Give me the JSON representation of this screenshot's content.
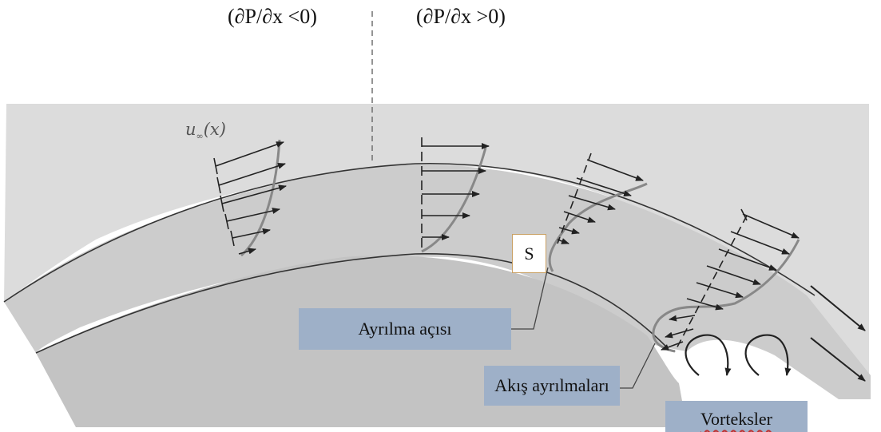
{
  "header": {
    "left_label": "(∂P/∂x <0)",
    "right_label": "(∂P/∂x >0)"
  },
  "free_stream_label": "u",
  "free_stream_subscript": "∞",
  "free_stream_arg": "(x)",
  "separation_point_label": "S",
  "labels": {
    "separation_angle": "Ayrılma açısı",
    "flow_separation": "Akış ayrılmaları",
    "vortices": "Vorteksler"
  },
  "colors": {
    "background": "#ffffff",
    "outer_flow": "#dcdcdc",
    "boundary_layer": "#cccccc",
    "body": "#c3c3c3",
    "label_box": "#9eb0c8",
    "profile_curve": "#888888",
    "arrow": "#222222"
  }
}
